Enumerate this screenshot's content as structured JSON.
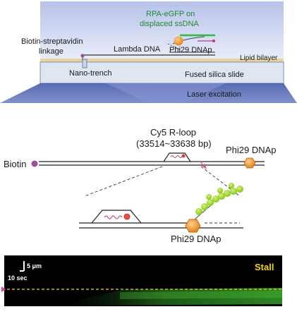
{
  "panel_a": {
    "rpa_label_line1": "RPA-eGFP on",
    "rpa_label_line2": "displaced ssDNA",
    "biotin_label_line1": "Biotin-streptavidin",
    "biotin_label_line2": "linkage",
    "lambda_label": "Lambda DNA",
    "phi29_label": "Phi29 DNAp",
    "lipid_label": "Lipid bilayer",
    "nanotrench_label": "Nano-trench",
    "slide_label": "Fused silica slide",
    "laser_label": "Laser excitation"
  },
  "panel_b": {
    "rloop_line1": "Cy5 R-loop",
    "rloop_line2": "(33514~33638 bp)",
    "biotin_label": "Biotin",
    "phi29_label": "Phi29 DNAp",
    "phi29_zoom_label": "Phi29 DNAp"
  },
  "panel_c": {
    "scale_y": "5 μm",
    "scale_x": "10 sec",
    "stall_label": "Stall"
  },
  "colors": {
    "chamber_top": "#bcc6ec",
    "chamber_bottom": "#e4e9f7",
    "slide": "#dde4ef",
    "lipid": "#e8d9a4",
    "laser": "#4a5fb0",
    "fluor_green": "#3fcf3a",
    "phi29_orange": "#f29a2e",
    "biotin_purple": "#9c4f9e",
    "stall_yellow": "#f2d41a"
  }
}
